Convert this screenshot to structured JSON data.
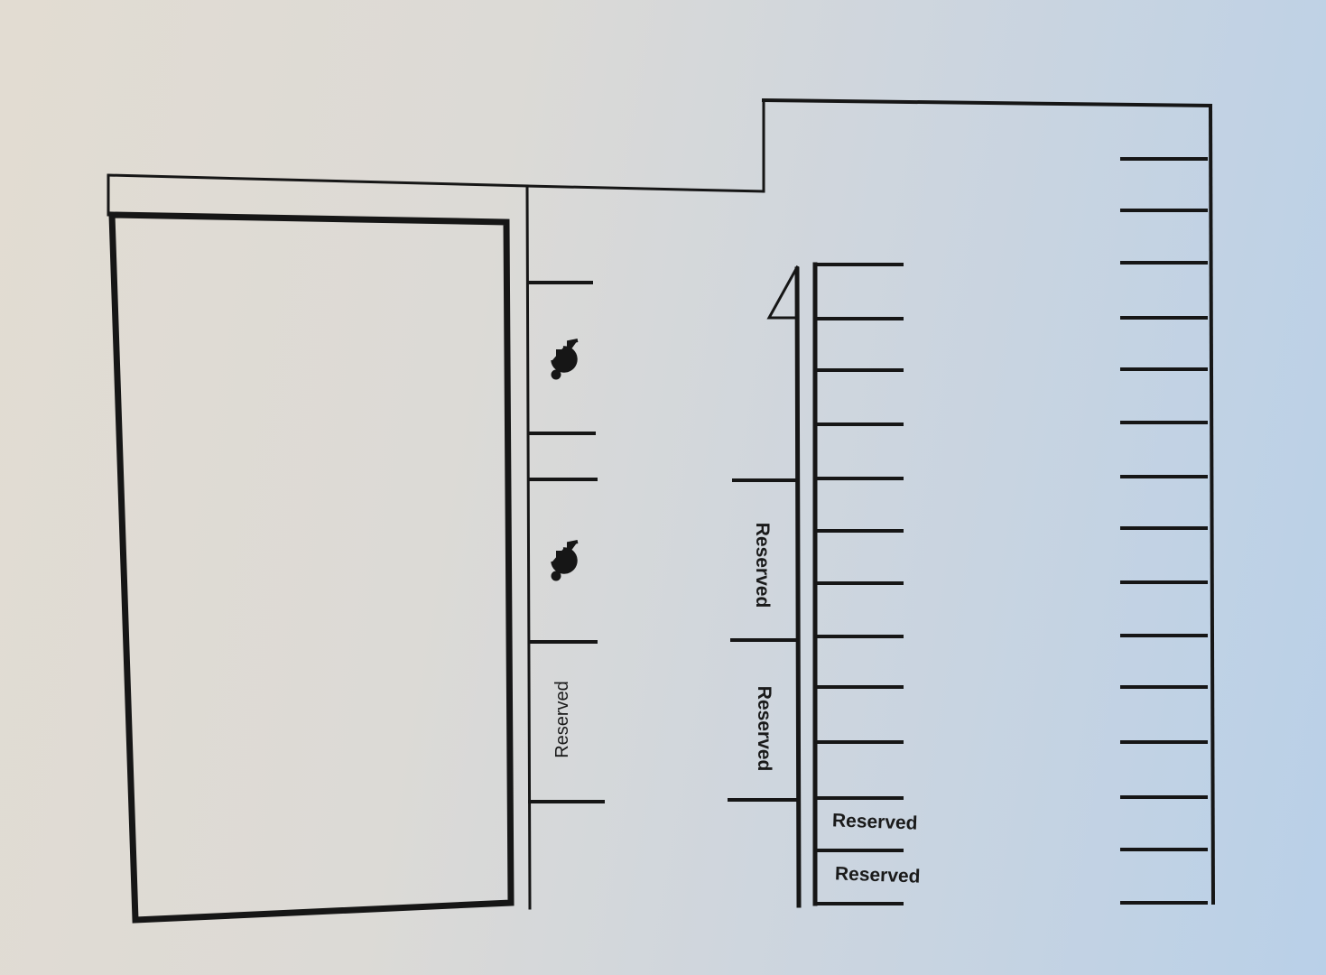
{
  "diagram": {
    "labels": {
      "curb_reserved": "Reserved",
      "aisle_reserved_upper": "Reserved",
      "aisle_reserved_lower": "Reserved",
      "row_reserved_1": "Reserved",
      "row_reserved_2": "Reserved"
    },
    "icons": {
      "accessible_1": "wheelchair-icon",
      "accessible_2": "wheelchair-icon"
    },
    "colors": {
      "ink": "#161616"
    }
  }
}
